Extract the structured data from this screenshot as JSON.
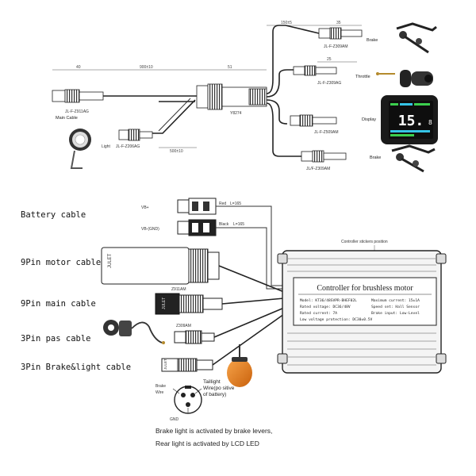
{
  "top": {
    "dims": {
      "d40": "40",
      "d900": "900±10",
      "d51": "51",
      "d150": "150±5",
      "d35": "35",
      "d25": "25",
      "d500": "500±10"
    },
    "part_numbers": {
      "main": "JL-F-Z911AG",
      "light": "JL-F-Z206AG",
      "mid_connector": "Y8274",
      "brake_top": "JL-F-Z309AM",
      "throttle": "JL-F-Z309AG",
      "display": "JL-F-Z509AM",
      "brake_bottom": "JL/F-Z309AM"
    },
    "labels": {
      "main_cable": "Main Cable",
      "light": "Light",
      "brake_top": "Brake",
      "throttle": "Throttle",
      "display": "Display",
      "brake_bottom": "Brake"
    },
    "display_screen": {
      "speed": "15.",
      "decimal": "8"
    }
  },
  "bottom": {
    "left_labels": {
      "battery": "Battery cable",
      "motor": "9Pin motor cable",
      "main": "9Pin main cable",
      "pas": "3Pin pas cable",
      "brake_light": "3Pin Brake&light cable"
    },
    "battery": {
      "vb_plus": "VB+",
      "vb_gnd": "VB-(GND)",
      "red": "Red",
      "black": "Black",
      "len_red": "L=165",
      "len_black": "L=165"
    },
    "connector_codes": {
      "main": "Z911AM",
      "pas": "Z309AM",
      "julet": "JULET"
    },
    "pinout": {
      "brake_wire": "Brake Wire",
      "taillight_wire": "Taillight Wire(po sitive of battery)",
      "gnd": "GND"
    },
    "controller": {
      "sticker_position": "Controller stickers position",
      "title": "Controller for brushless motor",
      "specs": {
        "model": "Model: KT36/48SVPR-BHEF02L",
        "max_current": "Maximum current: 15±1A",
        "rated_voltage": "Rated voltage: DC36/48V",
        "speed_set": "Speed set: Hall Sensor",
        "rated_current": "Rated current: 7A",
        "brake_input": "Brake input: Low-Level",
        "low_voltage": "Low voltage protection: DC30±0.5V"
      }
    },
    "notes": {
      "line1": "Brake light is activated by brake levers,",
      "line2": "Rear light is activated by LCD LED"
    }
  },
  "colors": {
    "orange_light": "#e8821a",
    "display_green": "#3ccf4e",
    "display_cyan": "#35c4e6",
    "controller_body": "#f4f4f4"
  }
}
